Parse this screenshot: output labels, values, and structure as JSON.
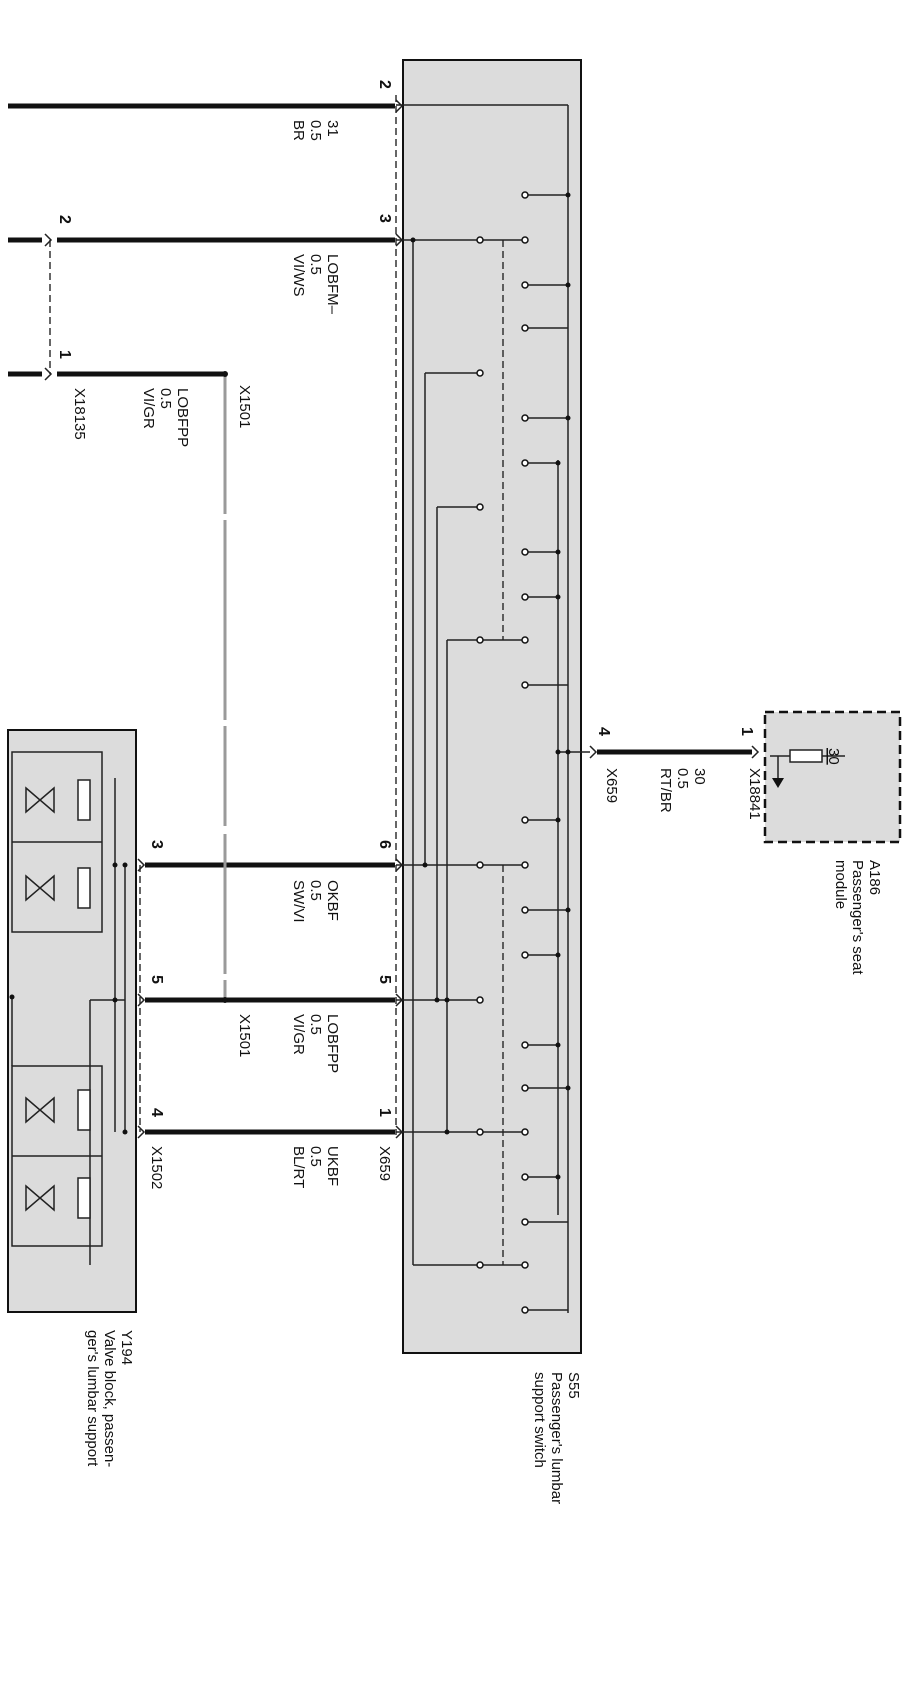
{
  "components": {
    "s55": {
      "id": "S55",
      "name": "Passenger's lumbar support switch"
    },
    "y194": {
      "id": "Y194",
      "name": "Valve block, passen-ger's lumbar support"
    },
    "a186": {
      "id": "A186",
      "name": "Passenger's seat module"
    }
  },
  "connectors": {
    "x659_top": "X659",
    "x659_bottom": "X659",
    "x18135": "X18135",
    "x1501_top": "X1501",
    "x1501_bottom": "X1501",
    "x1502": "X1502",
    "x18841": "X18841"
  },
  "wires": [
    {
      "key": "w31",
      "signal": "31",
      "size": "0.5",
      "color": "BR",
      "pin_s55": "2"
    },
    {
      "key": "wlobfm",
      "signal": "LOBFM–",
      "size": "0.5",
      "color": "VI/WS",
      "pin_s55": "3",
      "pin_far": "2"
    },
    {
      "key": "wlobfpp_top",
      "signal": "LOBFPP",
      "size": "0.5",
      "color": "VI/GR",
      "pin_far": "1"
    },
    {
      "key": "w30",
      "signal": "30",
      "size": "0.5",
      "color": "RT/BR",
      "pin_s55": "4",
      "pin_far": "1"
    },
    {
      "key": "wokbf",
      "signal": "OKBF",
      "size": "0.5",
      "color": "SW/VI",
      "pin_s55": "6",
      "pin_far": "3"
    },
    {
      "key": "wlobfpp",
      "signal": "LOBFPP",
      "size": "0.5",
      "color": "VI/GR",
      "pin_s55": "5",
      "pin_far": "5"
    },
    {
      "key": "wukbf",
      "signal": "UKBF",
      "size": "0.5",
      "color": "BL/RT",
      "pin_s55": "1",
      "pin_far": "4"
    }
  ],
  "a186_terminal": "30"
}
